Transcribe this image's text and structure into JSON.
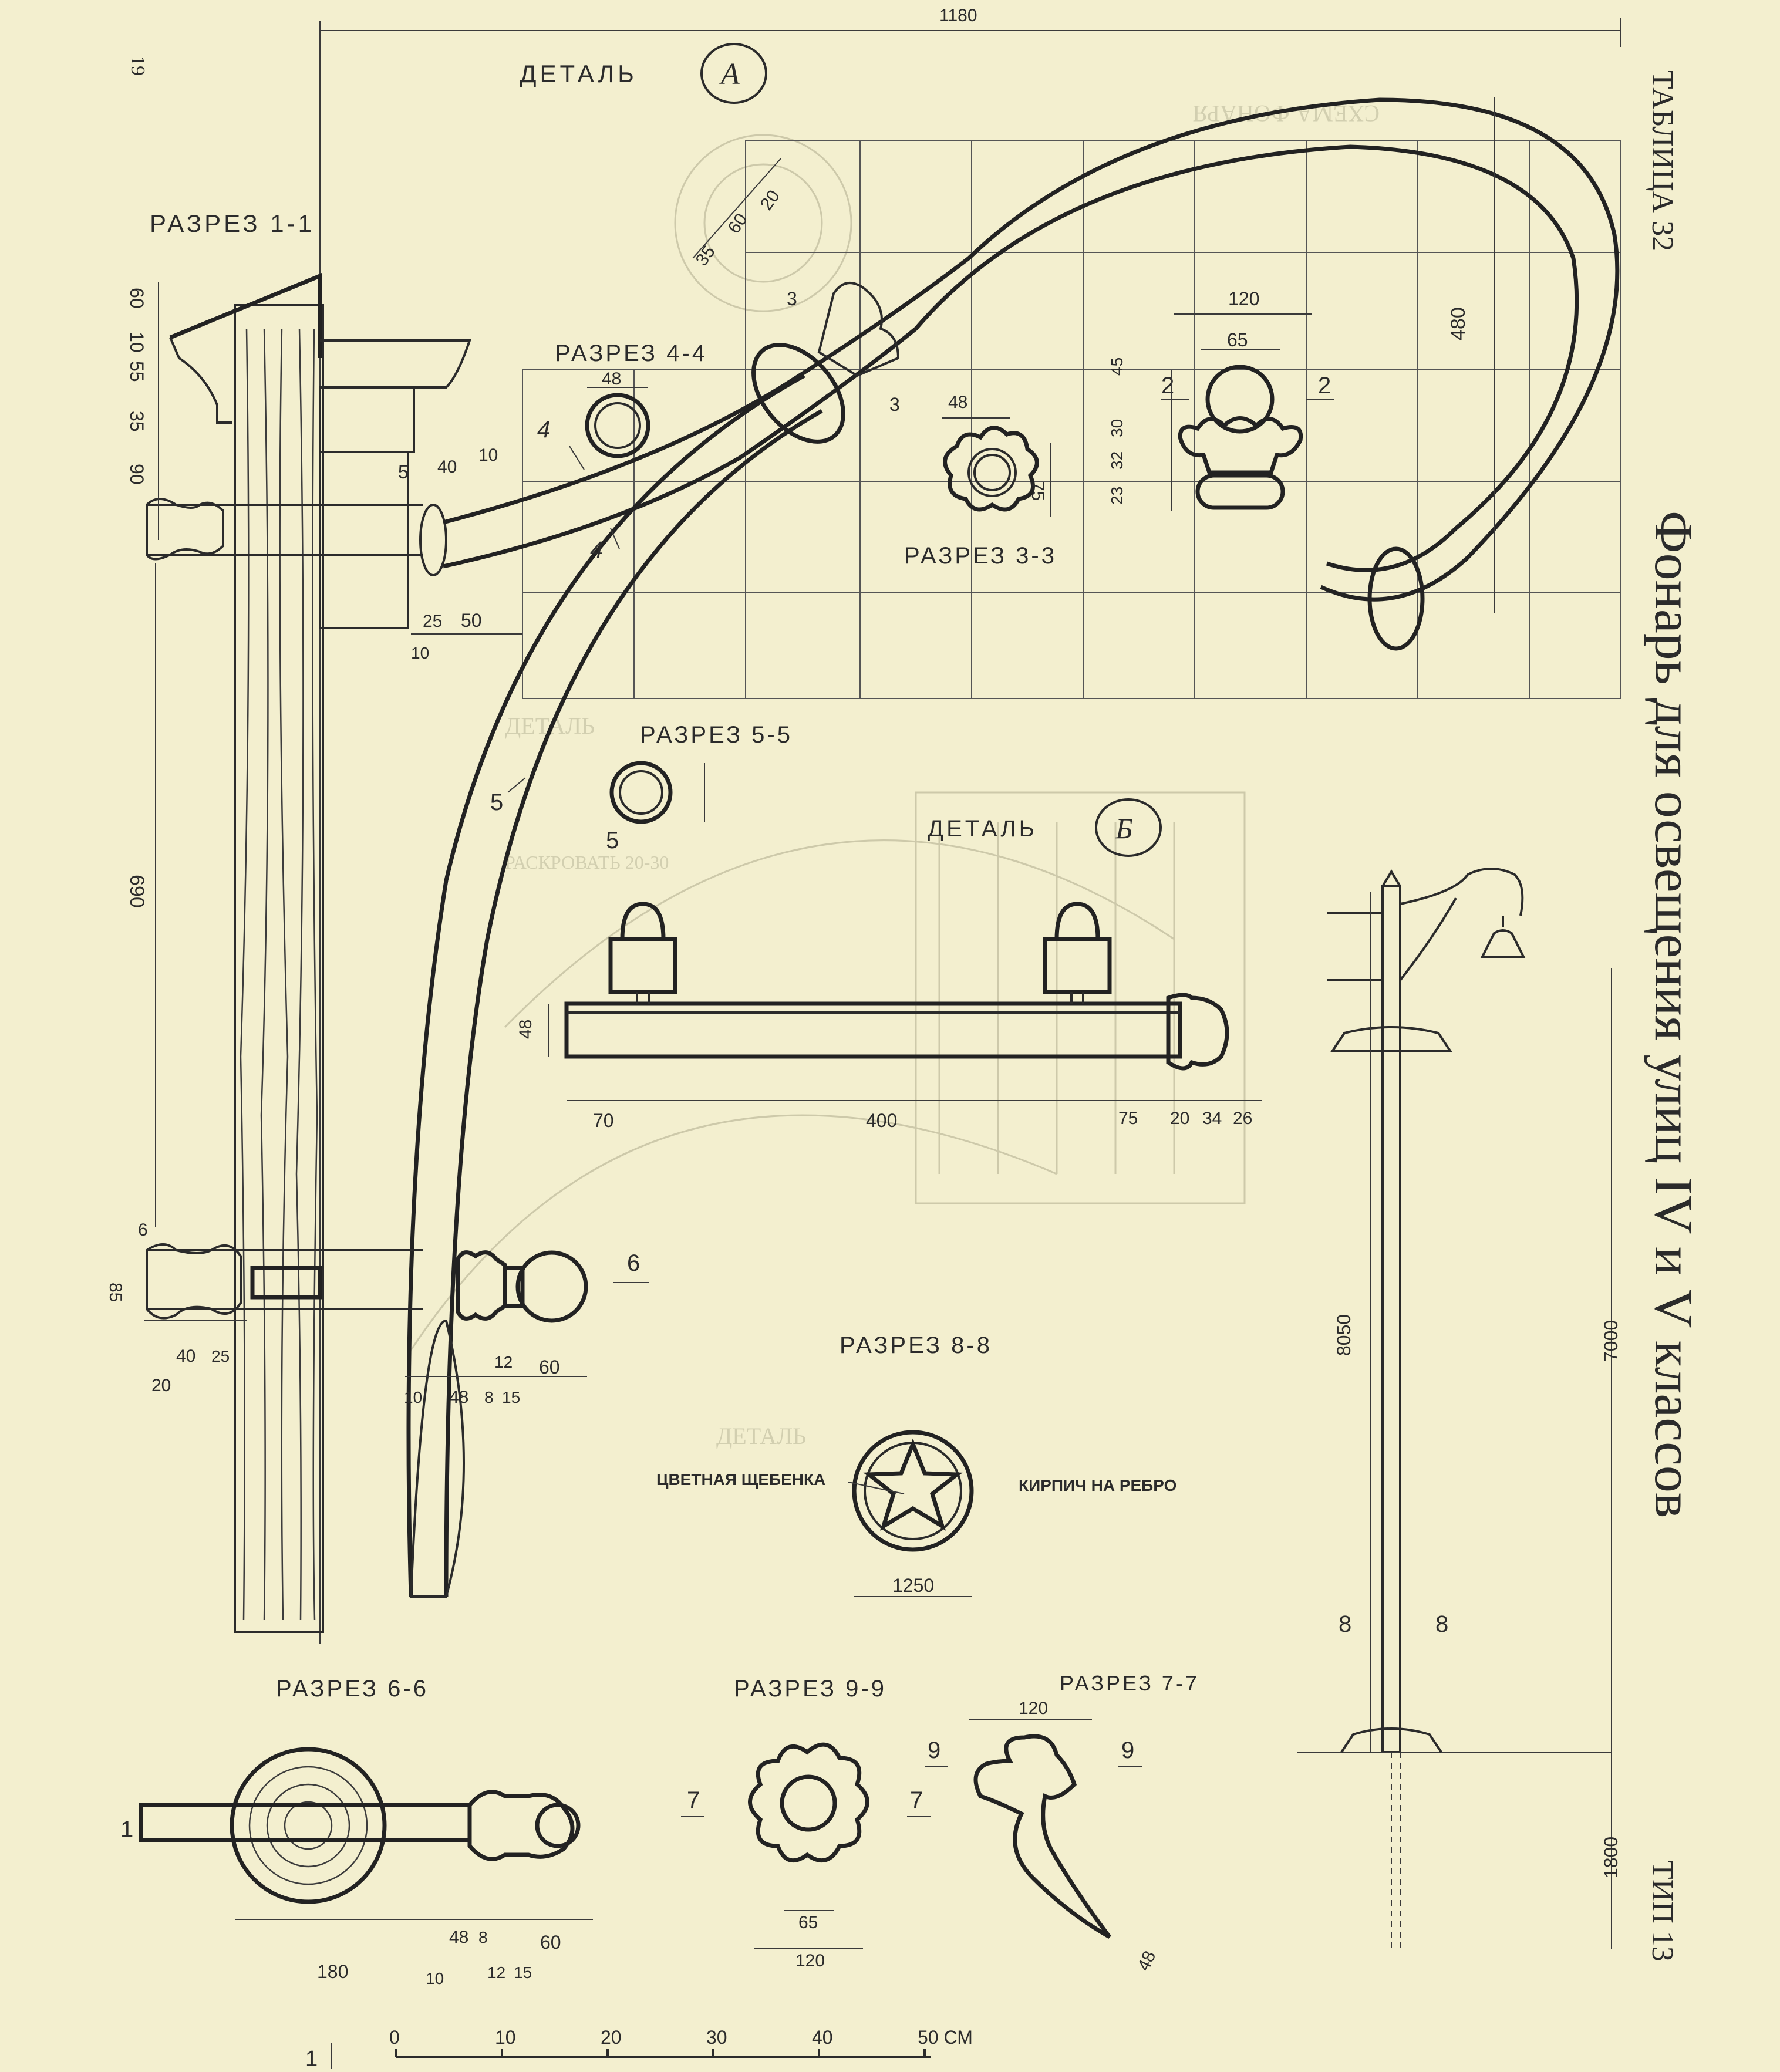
{
  "page": {
    "number": "19",
    "table_label": "ТАБЛИЦА 32",
    "title": "Фонарь для освещения улиц IV и V классов",
    "type_label": "ТИП 13"
  },
  "views": {
    "detail_a": {
      "label": "ДЕТАЛЬ",
      "mark": "А"
    },
    "detail_b": {
      "label": "ДЕТАЛЬ",
      "mark": "Б"
    },
    "sec_1_1": "РАЗРЕЗ 1-1",
    "sec_4_4": "РАЗРЕЗ 4-4",
    "sec_3_3": "РАЗРЕЗ 3-3",
    "sec_5_5": "РАЗРЕЗ 5-5",
    "sec_8_8": "РАЗРЕЗ 8-8",
    "sec_6_6": "РАЗРЕЗ 6-6",
    "sec_9_9": "РАЗРЕЗ 9-9",
    "sec_7_7": "РАЗРЕЗ 7-7"
  },
  "notes": {
    "colored_gravel": "ЦВЕТНАЯ ЩЕБЕНКА",
    "brick_on_edge": "КИРПИЧ НА РЕБРО"
  },
  "marks": {
    "m1": "1",
    "m2": "2",
    "m3": "3",
    "m4": "4",
    "m5": "5",
    "m6": "6",
    "m7": "7",
    "m8": "8",
    "m9": "9"
  },
  "dimensions": {
    "top_width": "1180",
    "cap_heights": [
      "60",
      "10",
      "55",
      "35",
      "90"
    ],
    "post_height": "690",
    "left_small": [
      "6",
      "85",
      "20",
      "40",
      "25"
    ],
    "bracket_top": [
      "40",
      "10"
    ],
    "bracket_bottom": [
      "25",
      "50",
      "10"
    ],
    "arc_top": [
      "35",
      "60",
      "20"
    ],
    "sec_4_4": "48",
    "sec_3_3": [
      "48",
      "75"
    ],
    "lamp_widths": [
      "120",
      "65"
    ],
    "lamp_heights": [
      "45",
      "30",
      "32",
      "23"
    ],
    "arc_height": "480",
    "detail_b_height": "48",
    "detail_b_widths": [
      "70",
      "400",
      "75",
      "20",
      "34",
      "26"
    ],
    "knob_row": [
      "10",
      "48",
      "8",
      "15",
      "12",
      "60"
    ],
    "sec_8_8": "1250",
    "sec_6_6": [
      "180",
      "10",
      "48",
      "8",
      "12",
      "15",
      "60"
    ],
    "sec_9_9": [
      "65",
      "120"
    ],
    "sec_7_7": [
      "120",
      "48"
    ],
    "lamp_total": "8050",
    "lamp_clear": "7000",
    "lamp_ground": "1800"
  },
  "scale": {
    "ticks": [
      "0",
      "10",
      "20",
      "30",
      "40",
      "50 СМ"
    ]
  },
  "ghost": {
    "top_heading": "СХЕМА ФОНАРЯ",
    "mid_heading": "ДЕТАЛЬ",
    "brace_note": "РАСКРОВАТЬ 20-30",
    "bottom_heading": "ДЕТАЛЬ"
  },
  "colors": {
    "paper": "#f3efcf",
    "ink": "#2b2b2b",
    "bleed": "#cfcbad"
  }
}
